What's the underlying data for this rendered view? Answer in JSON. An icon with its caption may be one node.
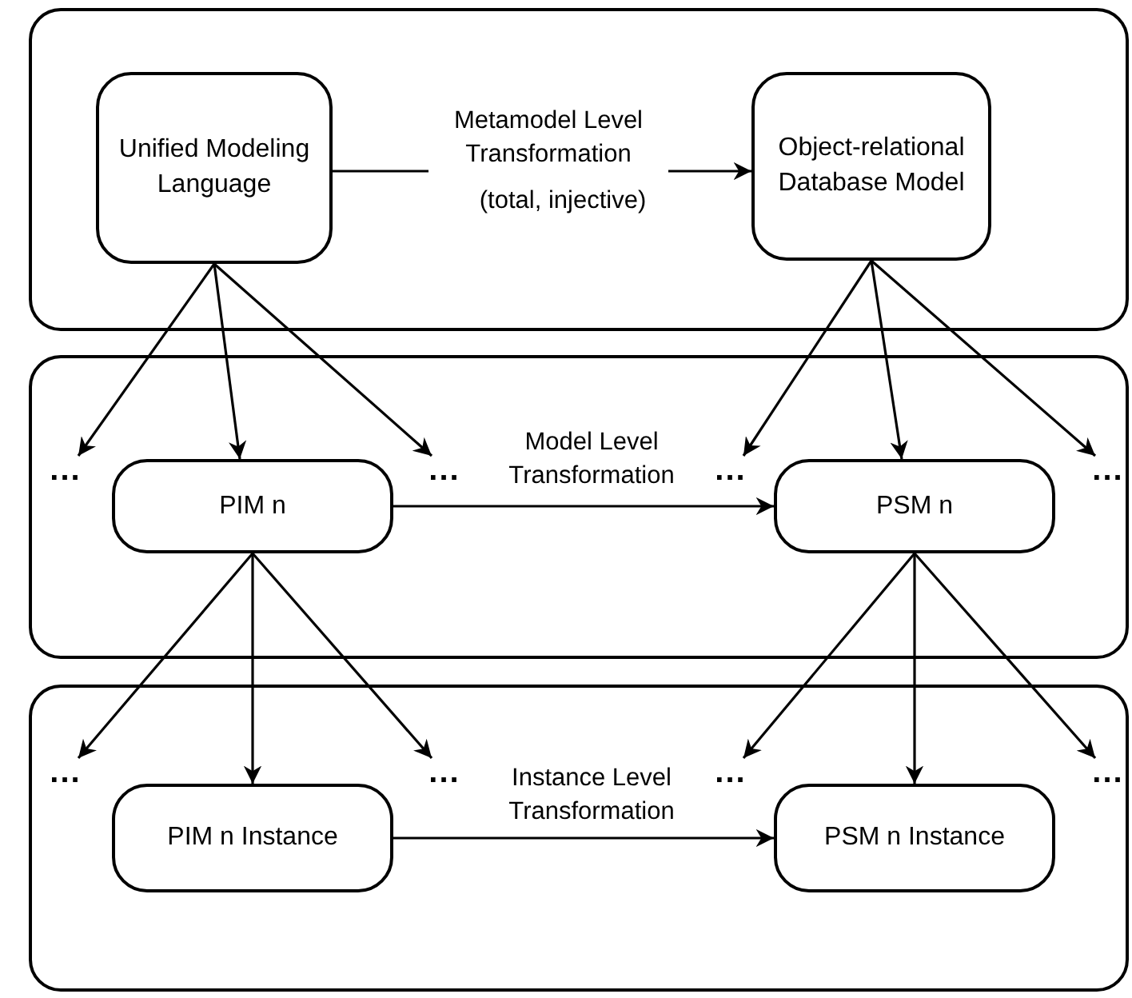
{
  "diagram": {
    "nodes": [
      {
        "text": [],
        "shape": "box"
      },
      {
        "text": [
          "Unified Modeling Language"
        ],
        "in": 0
      },
      {
        "text": [
          "Object-relational Database Model"
        ],
        "in": 0
      },
      {
        "text": [],
        "shape": "box"
      },
      {
        "text": [
          "..."
        ],
        "in": 3
      },
      {
        "text": [
          "..."
        ],
        "in": 3
      },
      {
        "text": [
          "..."
        ],
        "in": 3
      },
      {
        "text": [
          "..."
        ],
        "in": 3
      },
      {
        "text": [
          "PIM n"
        ],
        "in": 3
      },
      {
        "text": [
          "PSM n"
        ],
        "in": 3
      },
      {
        "text": [],
        "shape": "box"
      },
      {
        "text": [
          "..."
        ],
        "in": 10
      },
      {
        "text": [
          "..."
        ],
        "in": 10
      },
      {
        "text": [
          "..."
        ],
        "in": 10
      },
      {
        "text": [
          "..."
        ],
        "in": 10
      },
      {
        "text": [
          "PIM n Instance"
        ],
        "in": 10
      },
      {
        "text": [
          "PSM n Instance"
        ],
        "in": 10
      }
    ],
    "edges": [
      {
        "from": 1,
        "to": 2,
        "arrow": "to",
        "label": "Metamodel Level Transformation"
      },
      {
        "from": 1,
        "to": 4,
        "arrow": "to"
      },
      {
        "from": 1,
        "to": 8,
        "arrow": "to"
      },
      {
        "from": 1,
        "to": 5,
        "arrow": "to"
      },
      {
        "from": 2,
        "to": 6,
        "arrow": "to"
      },
      {
        "from": 2,
        "to": 9,
        "arrow": "to"
      },
      {
        "from": 2,
        "to": 7,
        "arrow": "to"
      },
      {
        "from": 8,
        "to": 9,
        "arrow": "to",
        "label": "Model Level Transformation"
      },
      {
        "from": 8,
        "to": 11,
        "arrow": "to"
      },
      {
        "from": 8,
        "to": 15,
        "arrow": "to"
      },
      {
        "from": 8,
        "to": 12,
        "arrow": "to"
      },
      {
        "from": 9,
        "to": 13,
        "arrow": "to"
      },
      {
        "from": 9,
        "to": 16,
        "arrow": "to"
      },
      {
        "from": 9,
        "to": 14,
        "arrow": "to"
      },
      {
        "from": 15,
        "to": 16,
        "arrow": "to",
        "label": "Instance Level Transformation"
      }
    ],
    "labels": [
      "(total, injective)"
    ]
  }
}
